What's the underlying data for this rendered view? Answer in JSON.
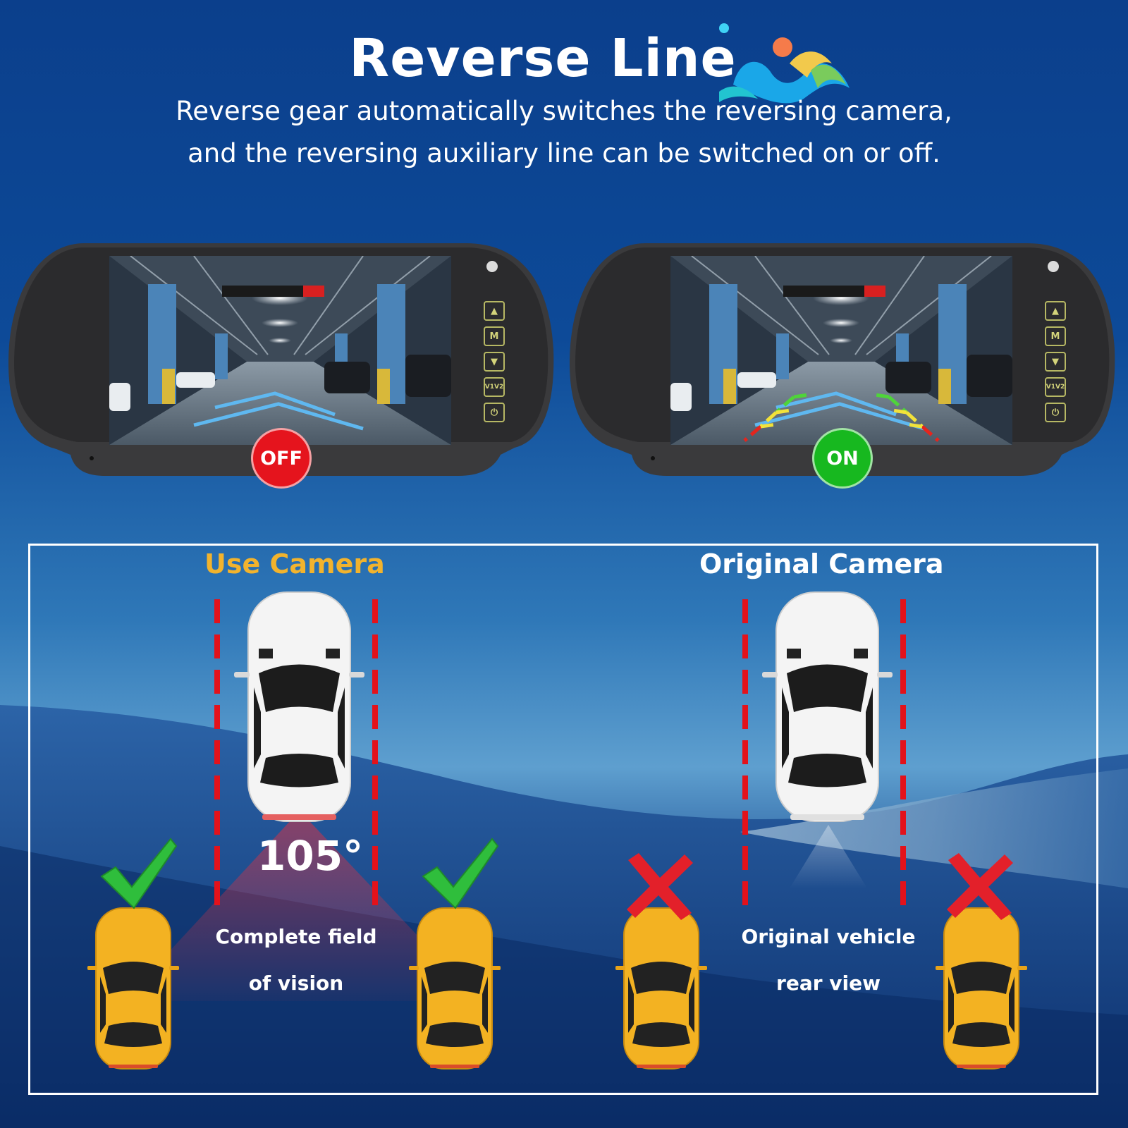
{
  "header": {
    "title": "Reverse Line",
    "subtitle_line1": "Reverse gear automatically switches the reversing camera,",
    "subtitle_line2": "and the reversing auxiliary line can be switched on or off."
  },
  "mirrors": [
    {
      "state_label": "OFF",
      "state_color": "#e5141d",
      "guide_lines": false
    },
    {
      "state_label": "ON",
      "state_color": "#17b81f",
      "guide_lines": true
    }
  ],
  "mirror_buttons": {
    "menu": "M",
    "mode": "V1V2"
  },
  "comparison": {
    "left": {
      "heading": "Use Camera",
      "heading_color": "#f2b32d",
      "angle": "105°",
      "caption_line1": "Complete field",
      "caption_line2": "of vision"
    },
    "right": {
      "heading": "Original Camera",
      "heading_color": "#ffffff",
      "caption_line1": "Original vehicle",
      "caption_line2": "rear view"
    }
  },
  "colors": {
    "check": "#2fbe3c",
    "cross": "#e3202a",
    "taxi": "#f3b222",
    "dash": "#e3121b"
  }
}
